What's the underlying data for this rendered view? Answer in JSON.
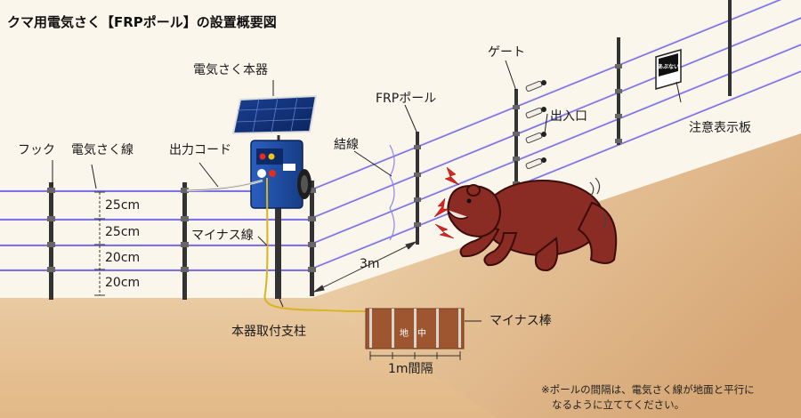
{
  "title": "クマ用電気さく【FRPポール】の設置概要図",
  "labels": {
    "controller": "電気さく本器",
    "hook": "フック",
    "wire": "電気さく線",
    "output_cord": "出力コード",
    "tie": "結線",
    "frp_pole": "FRPポール",
    "gate": "ゲート",
    "entrance": "出入口",
    "warning_sign": "注意表示板",
    "minus_wire": "マイナス線",
    "mount_post": "本器取付支柱",
    "minus_rod": "マイナス棒",
    "pole_spacing": "3m",
    "rod_spacing": "1m間隔",
    "ground_left": "地",
    "ground_right": "中"
  },
  "wire_heights": [
    "25cm",
    "25cm",
    "20cm",
    "20cm"
  ],
  "sign_text": "あぶない",
  "note": {
    "line1": "※ポールの間隔は、電気さく線が地面と平行に",
    "line2": "なるように立ててください。"
  },
  "colors": {
    "ground_light": "#f3e4c8",
    "ground_dark": "#d9ab78",
    "wire": "#7d73e0",
    "bear": "#8a2b24",
    "minus_wire": "#d8b420",
    "lightning": "#e0241d"
  }
}
